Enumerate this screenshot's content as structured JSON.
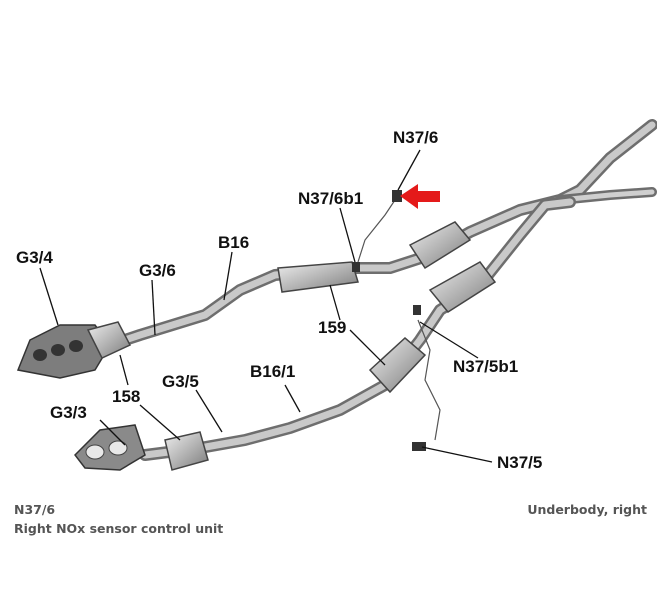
{
  "labels": {
    "n37_6": "N37/6",
    "n37_6b1": "N37/6b1",
    "g3_4": "G3/4",
    "b16": "B16",
    "g3_6": "G3/6",
    "n159": "159",
    "n37_5b1": "N37/5b1",
    "n158": "158",
    "g3_5": "G3/5",
    "b16_1": "B16/1",
    "g3_3": "G3/3",
    "n37_5": "N37/5"
  },
  "footer": {
    "code": "N37/6",
    "description": "Right NOx sensor control unit",
    "location": "Underbody, right"
  },
  "colors": {
    "highlight_arrow": "#e41a1a",
    "pipe": "#9a9a9a",
    "label": "#111111"
  }
}
